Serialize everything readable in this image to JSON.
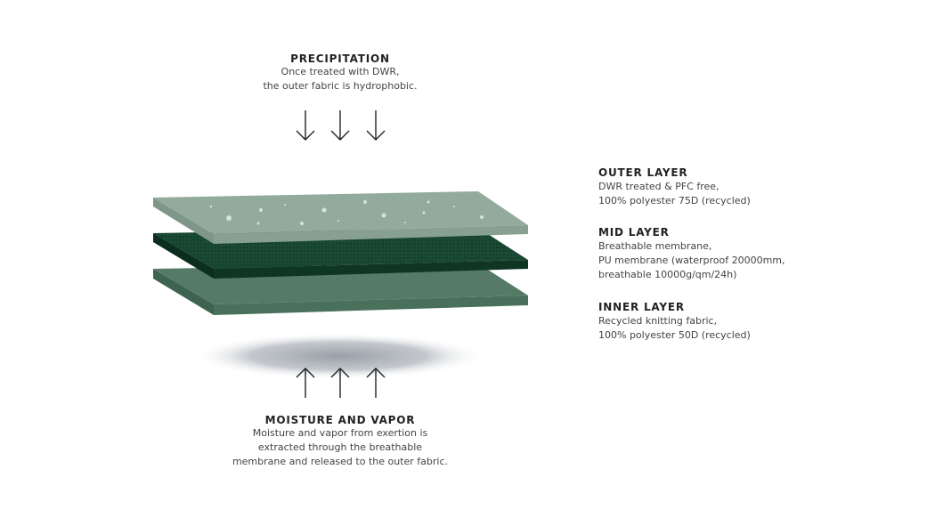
{
  "precipitation": {
    "title": "PRECIPITATION",
    "lines": [
      "Once treated with DWR,",
      "the outer fabric is hydrophobic."
    ]
  },
  "moisture": {
    "title": "MOISTURE AND VAPOR",
    "lines": [
      "Moisture and vapor from exertion is",
      "extracted through the breathable",
      "membrane and released to the outer fabric."
    ]
  },
  "layers": [
    {
      "title": "OUTER LAYER",
      "lines": [
        "DWR treated & PFC free,",
        "100% polyester 75D (recycled)"
      ]
    },
    {
      "title": "MID LAYER",
      "lines": [
        "Breathable membrane,",
        "PU membrane (waterproof 20000mm,",
        "breathable 10000g/qm/24h)"
      ]
    },
    {
      "title": "INNER LAYER",
      "lines": [
        "Recycled knitting fabric,",
        "100% polyester 50D (recycled)"
      ]
    }
  ],
  "colors": {
    "outer": "#8fa898",
    "mid": "#123d2a",
    "inner": "#4f7560"
  }
}
